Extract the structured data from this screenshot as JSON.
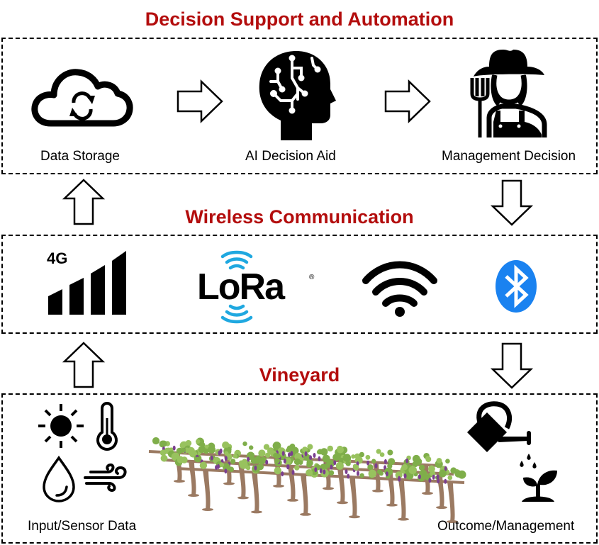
{
  "diagram": {
    "title_color": "#b30d0d",
    "sections": {
      "decision": {
        "title": "Decision Support and Automation",
        "items": [
          {
            "label": "Data Storage",
            "icon": "cloud-sync-icon"
          },
          {
            "label": "AI Decision Aid",
            "icon": "ai-head-icon"
          },
          {
            "label": "Management Decision",
            "icon": "farmer-icon"
          }
        ]
      },
      "wireless": {
        "title": "Wireless Communication",
        "items": [
          {
            "label": "4G",
            "icon": "cellular-4g-icon"
          },
          {
            "label": "LoRa",
            "trademark": "®",
            "icon": "lora-logo"
          },
          {
            "label": "Wi-Fi",
            "icon": "wifi-icon"
          },
          {
            "label": "Bluetooth",
            "icon": "bluetooth-icon"
          }
        ],
        "lora_color": "#1fa8e0",
        "bluetooth_color": "#1a82f0"
      },
      "vineyard": {
        "title": "Vineyard",
        "input_label": "Input/Sensor Data",
        "output_label": "Outcome/Management",
        "sensor_icons": [
          "sun-icon",
          "thermometer-icon",
          "water-drop-icon",
          "wind-icon"
        ],
        "output_icons": [
          "watering-can-icon",
          "seedling-icon"
        ],
        "illustration": "vineyard-rows-illustration",
        "leaf_color": "#7fae4a",
        "grape_color": "#7a3f8f",
        "trunk_color": "#9b7a62"
      }
    },
    "flow": [
      {
        "from": "Data Storage",
        "to": "AI Decision Aid",
        "direction": "right"
      },
      {
        "from": "AI Decision Aid",
        "to": "Management Decision",
        "direction": "right"
      },
      {
        "from": "Vineyard",
        "to": "Wireless Communication",
        "direction": "up"
      },
      {
        "from": "Wireless Communication",
        "to": "Decision Support and Automation",
        "direction": "up"
      },
      {
        "from": "Decision Support and Automation",
        "to": "Wireless Communication",
        "direction": "down"
      },
      {
        "from": "Wireless Communication",
        "to": "Vineyard",
        "direction": "down"
      }
    ]
  }
}
